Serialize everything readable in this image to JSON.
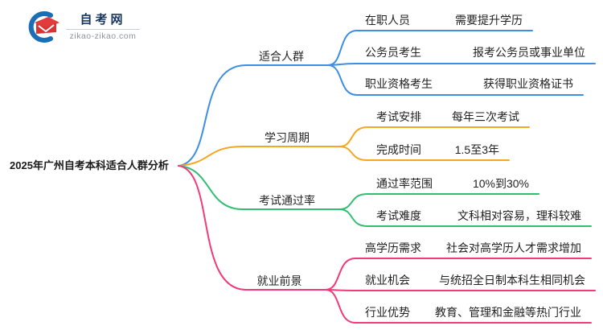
{
  "logo": {
    "site_name": "自考网",
    "site_url": "zikao-zikao.com"
  },
  "root": {
    "title": "2025年广州自考本科适合人群分析"
  },
  "branches": [
    {
      "label": "适合人群",
      "color": "#3e8de6",
      "children": [
        {
          "label": "在职人员",
          "value": "需要提升学历"
        },
        {
          "label": "公务员考生",
          "value": "报考公务员或事业单位"
        },
        {
          "label": "职业资格考生",
          "value": "获得职业资格证书"
        }
      ]
    },
    {
      "label": "学习周期",
      "color": "#f5a623",
      "children": [
        {
          "label": "考试安排",
          "value": "每年三次考试"
        },
        {
          "label": "完成时间",
          "value": "1.5至3年"
        }
      ]
    },
    {
      "label": "考试通过率",
      "color": "#2fbf71",
      "children": [
        {
          "label": "通过率范围",
          "value": "10%到30%"
        },
        {
          "label": "考试难度",
          "value": "文科相对容易，理科较难"
        }
      ]
    },
    {
      "label": "就业前景",
      "color": "#f23a7b",
      "children": [
        {
          "label": "高学历需求",
          "value": "社会对高学历人才需求增加"
        },
        {
          "label": "就业机会",
          "value": "与统招全日制本科生相同机会"
        },
        {
          "label": "行业优势",
          "value": "教育、管理和金融等热门行业"
        }
      ]
    }
  ],
  "colors": {
    "branch_blue": "#3e8de6",
    "branch_orange": "#f5a623",
    "branch_green": "#2fbf71",
    "branch_pink": "#f23a7b",
    "logo_blue": "#1a6eb3",
    "logo_red": "#e23b3b",
    "logo_text_navy": "#17365d",
    "text_black": "#1a1a1a"
  }
}
